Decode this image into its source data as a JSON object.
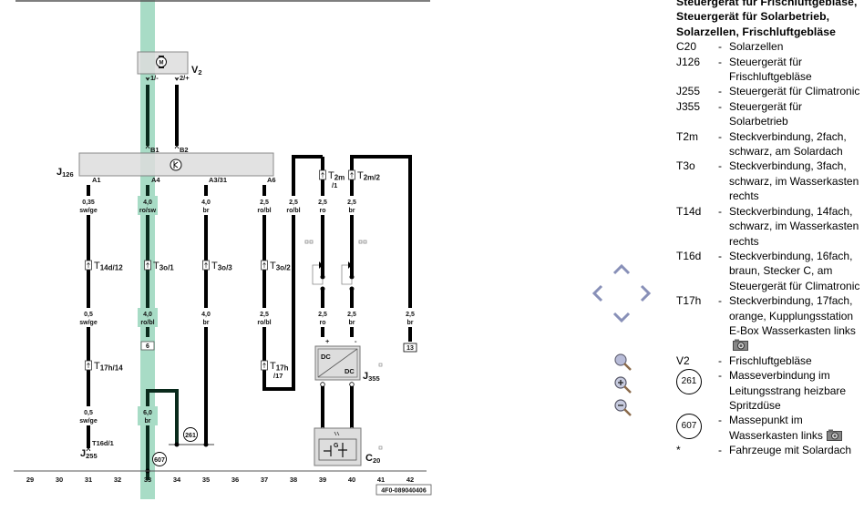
{
  "diagram": {
    "highlight_color": "#a8dcc6",
    "components": {
      "v2": {
        "ref": "V",
        "sub": "2",
        "symbol": "M",
        "pin1": "1/-",
        "pin2": "2/+"
      },
      "j126": {
        "ref": "J",
        "sub": "126",
        "pins_top": [
          "B1",
          "B2"
        ],
        "pins_bottom": [
          "A1",
          "A4",
          "A3/31",
          "A6"
        ]
      },
      "j355": {
        "ref": "J",
        "sub": "355",
        "dc_in": "DC",
        "dc_out": "DC",
        "pin_plus": "+",
        "pin_minus": "-"
      },
      "c20": {
        "ref": "C",
        "sub": "20",
        "symbol": "G"
      },
      "j255": {
        "ref": "J",
        "sub": "255",
        "pin": "T16d/1"
      }
    },
    "wires": [
      {
        "id": "w31a",
        "size": "0,35",
        "color": "sw/ge"
      },
      {
        "id": "w31b",
        "size": "0,5",
        "color": "sw/ge"
      },
      {
        "id": "w31c",
        "size": "0,5",
        "color": "sw/ge"
      },
      {
        "id": "w33a",
        "size": "4,0",
        "color": "ro/sw"
      },
      {
        "id": "w33b",
        "size": "4,0",
        "color": "ro/bl"
      },
      {
        "id": "w33c",
        "size": "6,0",
        "color": "br"
      },
      {
        "id": "w35a",
        "size": "4,0",
        "color": "br"
      },
      {
        "id": "w35b",
        "size": "4,0",
        "color": "br"
      },
      {
        "id": "w37a",
        "size": "2,5",
        "color": "ro/bl"
      },
      {
        "id": "w37b",
        "size": "2,5",
        "color": "ro/bl"
      },
      {
        "id": "w38",
        "size": "2,5",
        "color": "ro/bl"
      },
      {
        "id": "w39a",
        "size": "2,5",
        "color": "ro"
      },
      {
        "id": "w39b",
        "size": "2,5",
        "color": "ro"
      },
      {
        "id": "w40a",
        "size": "2,5",
        "color": "br"
      },
      {
        "id": "w40b",
        "size": "2,5",
        "color": "br"
      },
      {
        "id": "w42",
        "size": "2,5",
        "color": "br"
      }
    ],
    "connectors": [
      {
        "id": "t14d12",
        "ref": "T",
        "sub": "14d/12"
      },
      {
        "id": "t3o1",
        "ref": "T",
        "sub": "3o/1"
      },
      {
        "id": "t3o3",
        "ref": "T",
        "sub": "3o/3"
      },
      {
        "id": "t3o2",
        "ref": "T",
        "sub": "3o/2"
      },
      {
        "id": "t17h14",
        "ref": "T",
        "sub": "17h/14"
      },
      {
        "id": "t17h17",
        "ref": "T",
        "sub": "17h",
        "sub2": "/17"
      },
      {
        "id": "t2m1",
        "ref": "T",
        "sub": "2m",
        "sub2": "/1"
      },
      {
        "id": "t2m2",
        "ref": "T",
        "sub": "2m/2"
      }
    ],
    "references": {
      "box6": "6",
      "box13": "13"
    },
    "grounds": {
      "g261": "261",
      "g607": "607"
    },
    "column_numbers": [
      "29",
      "30",
      "31",
      "32",
      "33",
      "34",
      "35",
      "36",
      "37",
      "38",
      "39",
      "40",
      "41",
      "42"
    ],
    "drawing_id": "4F0-089040406"
  },
  "nav": {
    "up": "up-arrow",
    "left": "left-arrow",
    "right": "right-arrow",
    "down": "down-arrow",
    "zoom_fit": "magnifier",
    "zoom_in": "magnifier-plus",
    "zoom_out": "magnifier-minus"
  },
  "legend": {
    "title": "Steuergerät für Frischluftgebläse, Steuergerät für Solarbetrieb, Solarzellen, Frischluftgebläse",
    "items": [
      {
        "code": "C20",
        "desc": "Solarzellen"
      },
      {
        "code": "J126",
        "desc": "Steuergerät für Frischluftgebläse"
      },
      {
        "code": "J255",
        "desc": "Steuergerät für Climatronic"
      },
      {
        "code": "J355",
        "desc": "Steuergerät für Solarbetrieb"
      },
      {
        "code": "T2m",
        "desc": "Steckverbindung, 2fach, schwarz, am Solardach"
      },
      {
        "code": "T3o",
        "desc": "Steckverbindung, 3fach, schwarz, im Wasserkasten rechts"
      },
      {
        "code": "T14d",
        "desc": "Steckverbindung, 14fach, schwarz, im Wasserkasten rechts"
      },
      {
        "code": "T16d",
        "desc": "Steckverbindung, 16fach, braun, Stecker C, am Steuergerät für Climatronic"
      },
      {
        "code": "T17h",
        "desc": "Steckverbindung, 17fach, orange, Kupplungsstation E-Box Wasserkasten links",
        "camera": true
      },
      {
        "code": "V2",
        "desc": "Frischluftgebläse"
      },
      {
        "code": "261",
        "circle": true,
        "desc": "Masseverbindung im Leitungsstrang heizbare Spritzdüse"
      },
      {
        "code": "607",
        "circle": true,
        "desc": "Massepunkt im Wasserkasten links",
        "camera": true
      },
      {
        "code": "*",
        "desc": "Fahrzeuge mit Solardach"
      }
    ],
    "dash": "-"
  }
}
